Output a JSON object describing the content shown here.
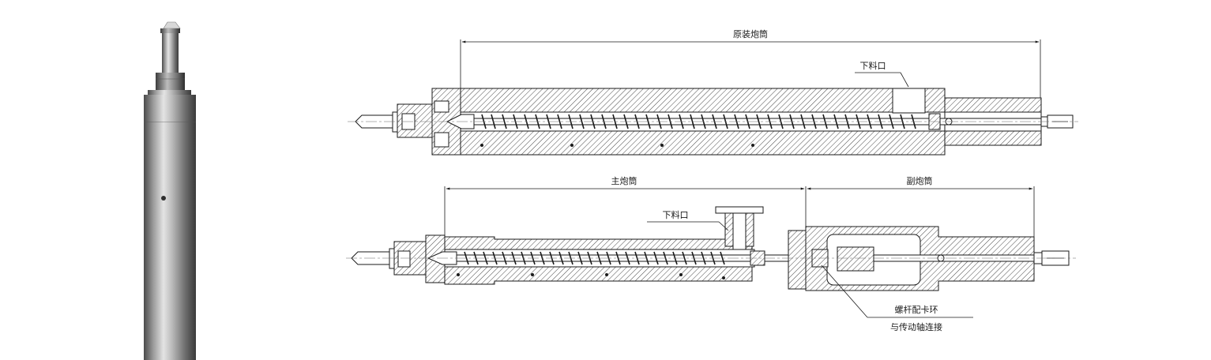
{
  "labels": {
    "original_barrel": "原装炮筒",
    "feed_port_top": "下料口",
    "main_barrel": "主炮筒",
    "feed_port_bottom": "下料口",
    "aux_barrel": "副炮筒",
    "screw_clamp_ring": "螺杆配卡环",
    "drive_shaft_connection": "与传动轴连接"
  }
}
